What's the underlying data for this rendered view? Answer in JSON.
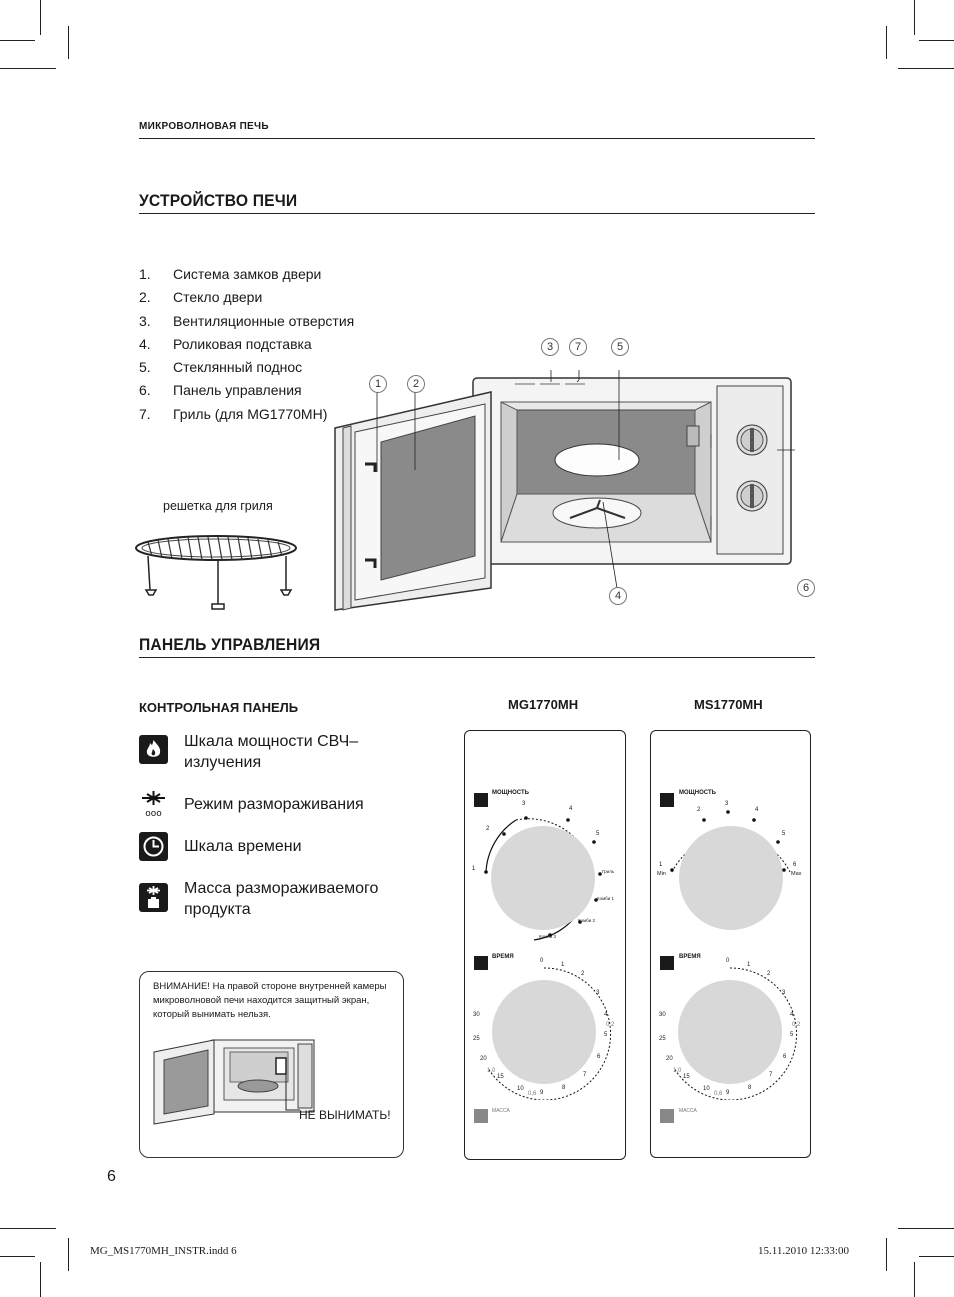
{
  "header": {
    "running_title": "МИКРОВОЛНОВАЯ ПЕЧЬ"
  },
  "section1": {
    "title": "УСТРОЙСТВО ПЕЧИ",
    "parts": [
      {
        "num": "1.",
        "label": "Система замков двери"
      },
      {
        "num": "2.",
        "label": "Стекло двери"
      },
      {
        "num": "3.",
        "label": "Вентиляционные отверстия"
      },
      {
        "num": "4.",
        "label": "Роликовая подставка"
      },
      {
        "num": "5.",
        "label": "Стеклянный поднос"
      },
      {
        "num": "6.",
        "label": "Панель управления"
      },
      {
        "num": "7.",
        "label": "Гриль (для MG1770MH)"
      }
    ],
    "grill_rack_label": "решетка для гриля",
    "callouts": [
      "1",
      "2",
      "3",
      "7",
      "5",
      "4",
      "6"
    ]
  },
  "section2": {
    "title": "ПАНЕЛЬ  УПРАВЛЕНИЯ",
    "subtitle": "КОНТРОЛЬНАЯ ПАНЕЛЬ",
    "legend": [
      {
        "icon": "flame-icon",
        "text_line1": "Шкала мощности СВЧ–",
        "text_line2": "излучения"
      },
      {
        "icon": "snowflake-icon",
        "text_line1": "Режим размораживания",
        "text_line2": ""
      },
      {
        "icon": "clock-icon",
        "text_line1": "Шкала времени",
        "text_line2": ""
      },
      {
        "icon": "weight-icon",
        "text_line1": "Масса размораживаемого",
        "text_line2": "продукта"
      }
    ],
    "warning": {
      "text": "ВНИМАНИЕ! На правой стороне внутренней камеры микроволновой печи находится защитный экран, который вынимать нельзя.",
      "do_not_remove": "НЕ ВЫНИМАТЬ!"
    },
    "models": [
      {
        "name": "MG1770MH",
        "power_label": "МОЩНОСТЬ",
        "power_marks": [
          "1",
          "2",
          "3",
          "4",
          "5",
          "Гриль",
          "Комби 1",
          "Комби 2",
          "Комби 3"
        ],
        "time_label": "ВРЕМЯ",
        "time_marks": [
          "0",
          "1",
          "2",
          "3",
          "4",
          "5",
          "6",
          "7",
          "8",
          "9",
          "10",
          "15",
          "20",
          "25",
          "30"
        ],
        "weight_marks": [
          "0,2",
          "0,6",
          "1,0"
        ],
        "mass_label": "МАССА"
      },
      {
        "name": "MS1770MH",
        "power_label": "МОЩНОСТЬ",
        "power_marks": [
          "1",
          "Min",
          "2",
          "3",
          "4",
          "5",
          "6",
          "Max"
        ],
        "time_label": "ВРЕМЯ",
        "time_marks": [
          "0",
          "1",
          "2",
          "3",
          "4",
          "5",
          "6",
          "7",
          "8",
          "9",
          "10",
          "15",
          "20",
          "25",
          "30"
        ],
        "weight_marks": [
          "0,2",
          "0,6",
          "1,0"
        ],
        "mass_label": "МАССА"
      }
    ]
  },
  "page_number": "6",
  "footer": {
    "file": "MG_MS1770MH_INSTR.indd   6",
    "timestamp": "15.11.2010   12:33:00"
  }
}
